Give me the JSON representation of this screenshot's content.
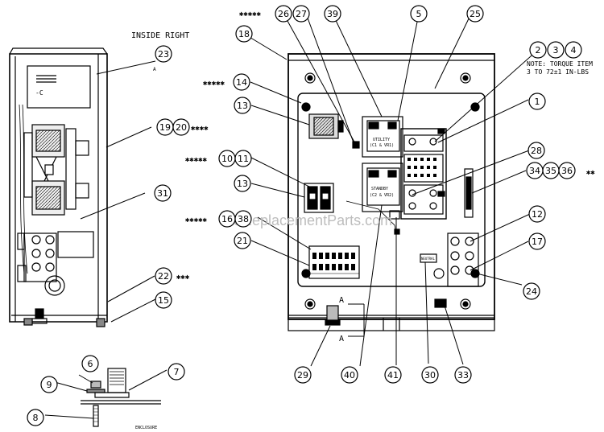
{
  "side_view": {
    "title": "INSIDE RIGHT",
    "small_mark": "A"
  },
  "callouts": [
    {
      "id": "c1",
      "label": "1"
    },
    {
      "id": "c2",
      "label": "2"
    },
    {
      "id": "c3",
      "label": "3"
    },
    {
      "id": "c4",
      "label": "4"
    },
    {
      "id": "c5",
      "label": "5"
    },
    {
      "id": "c6",
      "label": "6"
    },
    {
      "id": "c7",
      "label": "7"
    },
    {
      "id": "c8",
      "label": "8"
    },
    {
      "id": "c9",
      "label": "9"
    },
    {
      "id": "c10",
      "label": "10"
    },
    {
      "id": "c11",
      "label": "11"
    },
    {
      "id": "c12",
      "label": "12"
    },
    {
      "id": "c13a",
      "label": "13"
    },
    {
      "id": "c13b",
      "label": "13"
    },
    {
      "id": "c14",
      "label": "14"
    },
    {
      "id": "c15",
      "label": "15"
    },
    {
      "id": "c16",
      "label": "16"
    },
    {
      "id": "c17",
      "label": "17"
    },
    {
      "id": "c18",
      "label": "18"
    },
    {
      "id": "c19",
      "label": "19"
    },
    {
      "id": "c20",
      "label": "20"
    },
    {
      "id": "c21",
      "label": "21"
    },
    {
      "id": "c22",
      "label": "22"
    },
    {
      "id": "c23",
      "label": "23"
    },
    {
      "id": "c24",
      "label": "24"
    },
    {
      "id": "c25",
      "label": "25"
    },
    {
      "id": "c26",
      "label": "26"
    },
    {
      "id": "c27",
      "label": "27"
    },
    {
      "id": "c28",
      "label": "28"
    },
    {
      "id": "c29",
      "label": "29"
    },
    {
      "id": "c30",
      "label": "30"
    },
    {
      "id": "c31",
      "label": "31"
    },
    {
      "id": "c33",
      "label": "33"
    },
    {
      "id": "c34",
      "label": "34"
    },
    {
      "id": "c35",
      "label": "35"
    },
    {
      "id": "c36",
      "label": "36"
    },
    {
      "id": "c38",
      "label": "38"
    },
    {
      "id": "c39",
      "label": "39"
    },
    {
      "id": "c40",
      "label": "40"
    },
    {
      "id": "c41",
      "label": "41"
    }
  ],
  "star_marks": {
    "s26": "✱✱✱✱✱",
    "s14": "✱✱✱✱✱",
    "s10": "✱✱✱✱✱",
    "s16": "✱✱✱✱✱",
    "s19": "✱✱✱✱",
    "s22": "✱✱✱",
    "s34": "✱✱"
  },
  "note": {
    "line1": "NOTE: TORQUE ITEM",
    "line2": "3 TO 72±1 IN-LBS"
  },
  "section_marks": {
    "top": "A",
    "bottom": "A"
  },
  "labels": {
    "utility_1": "UTILITY",
    "utility_2": "(C1 & VR1)",
    "standby_1": "STANDBY",
    "standby_2": "(C2 & VR2)",
    "neutral": "NEUTRAL",
    "enclosure": "ENCLOSURE"
  },
  "watermark": "eReplacementParts.com"
}
